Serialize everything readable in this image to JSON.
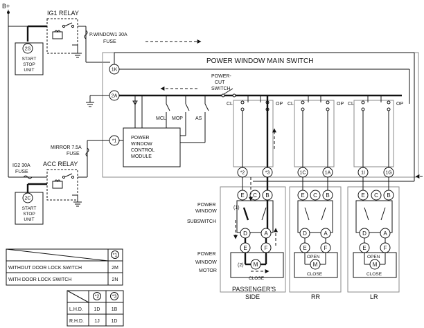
{
  "labels": {
    "battery": "B+",
    "ig1_relay": "IG1 RELAY",
    "pwindow_fuse_1": "P.WINDOW1 30A",
    "pwindow_fuse_2": "FUSE",
    "start_stop_unit_a_1": "START",
    "start_stop_unit_a_2": "STOP",
    "start_stop_unit_a_3": "UNIT",
    "main_switch": "POWER WINDOW MAIN SWITCH",
    "power_cut_1": "POWER-",
    "power_cut_2": "CUT",
    "power_cut_3": "SWITCH",
    "cl": "CL",
    "op": "OP",
    "mcl": "MCL",
    "mop": "MOP",
    "as": "AS",
    "module_1": "POWER",
    "module_2": "WINDOW",
    "module_3": "CONTROL",
    "module_4": "MODULE",
    "mirror_fuse_1": "MIRROR 7.5A",
    "mirror_fuse_2": "FUSE",
    "ig2_fuse_1": "IG2 30A",
    "ig2_fuse_2": "FUSE",
    "acc_relay": "ACC RELAY",
    "start_stop_unit_b_1": "START",
    "start_stop_unit_b_2": "STOP",
    "start_stop_unit_b_3": "UNIT",
    "subswitch_1": "POWER",
    "subswitch_2": "WINDOW",
    "subswitch_3": "SUBSWITCH",
    "motor_1": "POWER",
    "motor_2": "WINDOW",
    "motor_3": "MOTOR",
    "open": "OPEN",
    "close": "CLOSE",
    "passenger_1": "PASSENGER'S",
    "passenger_2": "SIDE",
    "rr": "RR",
    "lr": "LR",
    "arrow_1": "(1)",
    "arrow_2": "(2)",
    "motor_m": "M"
  },
  "connectors": {
    "c2s": "2S",
    "c2c": "2C",
    "c1k": "1K",
    "c2a": "2A",
    "s1": "*1",
    "s2": "*2",
    "s3": "*3",
    "c1c": "1C",
    "c1a": "1A",
    "c1i": "1I",
    "c1g": "1G",
    "e": "E",
    "c": "C",
    "b": "B",
    "d": "D",
    "a": "A",
    "f": "F"
  },
  "table1": {
    "header": "*1",
    "rows": [
      {
        "label": "WITHOUT DOOR LOCK SWITCH",
        "value": "2M"
      },
      {
        "label": "WITH DOOR LOCK SWITCH",
        "value": "2N"
      }
    ]
  },
  "table2": {
    "headers": [
      "*2",
      "*3"
    ],
    "rows": [
      {
        "label": "L.H.D.",
        "v1": "1D",
        "v2": "1B"
      },
      {
        "label": "R.H.D.",
        "v1": "1J",
        "v2": "1D"
      }
    ]
  }
}
